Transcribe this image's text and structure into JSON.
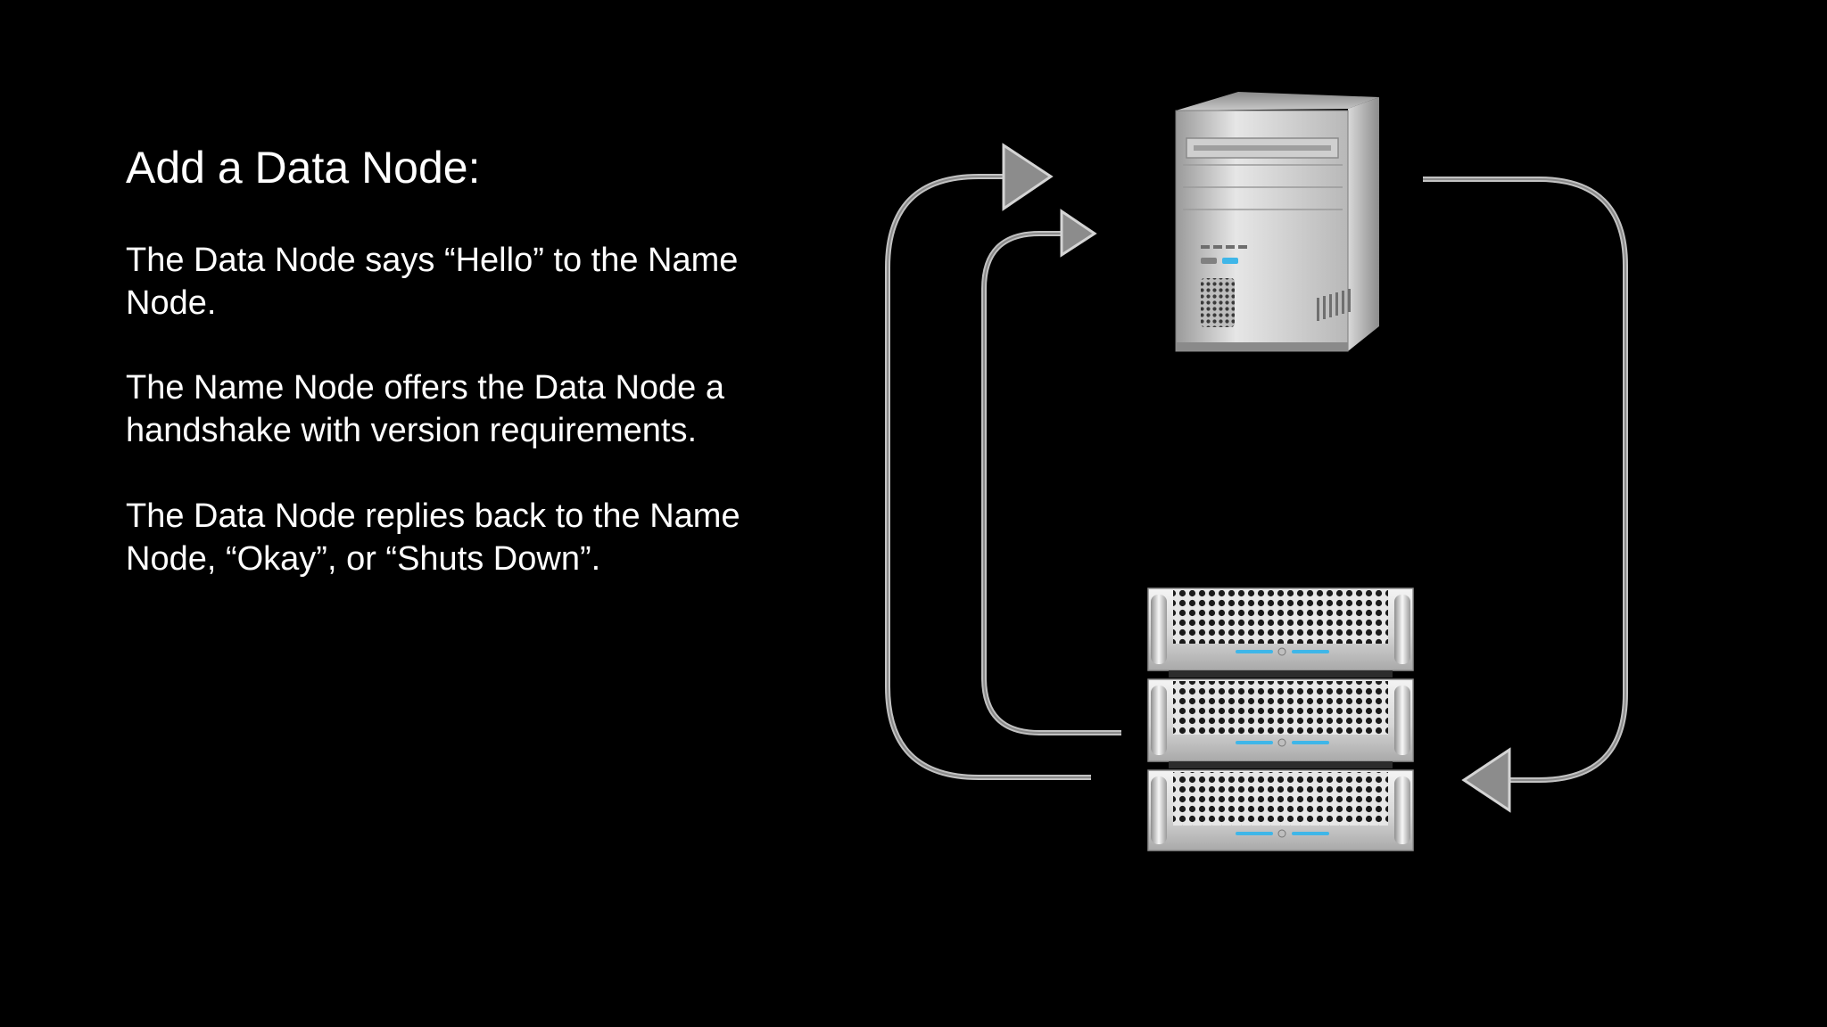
{
  "slide": {
    "title": "Add a Data Node:",
    "paragraphs": [
      "The Data Node says “Hello” to the Name Node.",
      "The Name Node offers the Data Node a handshake with version requirements.",
      "The Data Node replies back to the Name Node, “Okay”, or “Shuts Down”."
    ]
  },
  "diagram": {
    "name_node_icon": "tower-server-icon",
    "data_node_icon": "rack-server-stack-icon",
    "arrow_color": "#bdbdbd",
    "led_color": "#3fb6e8"
  }
}
